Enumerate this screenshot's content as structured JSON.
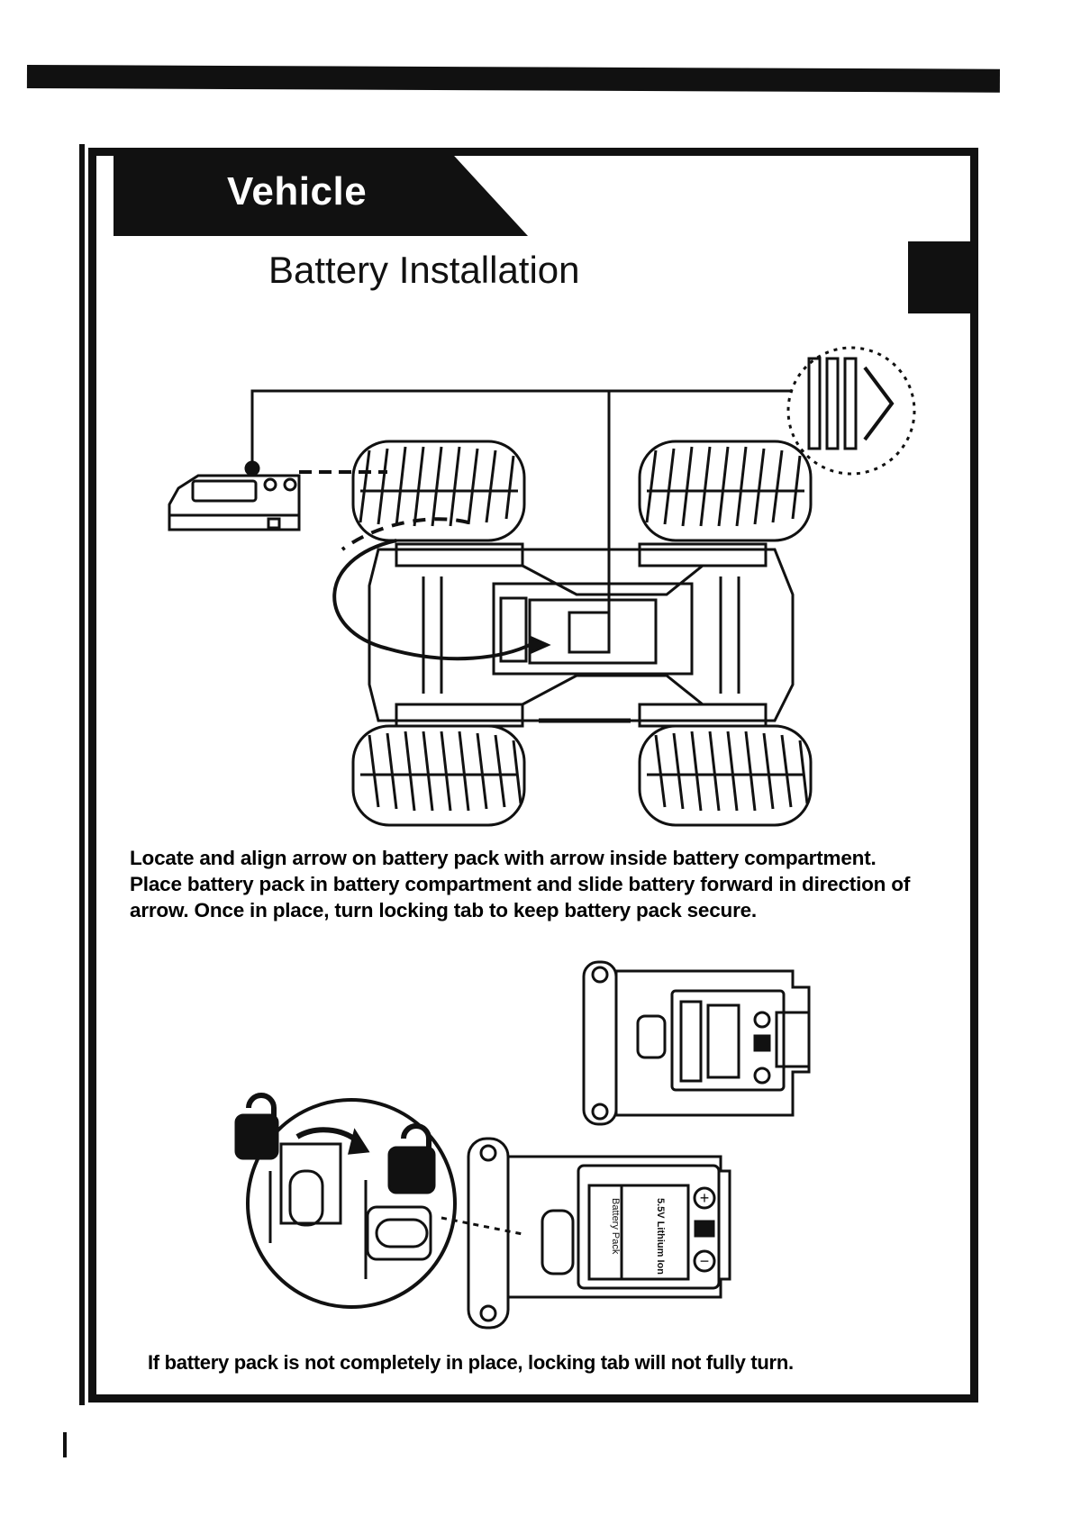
{
  "header": {
    "section_tab": "Vehicle",
    "page_title": "Battery Installation"
  },
  "instructions": {
    "lines": [
      "Locate and align arrow on battery pack with arrow inside battery compartment.",
      "Place battery pack in battery compartment and slide battery forward in direction of",
      "arrow.  Once in place, turn locking tab to keep battery pack secure."
    ]
  },
  "note": "If battery pack is not completely in place, locking tab will not fully turn.",
  "figures": {
    "battery_label_text": "Battery Pack",
    "battery_brand_text": "5.5V Lithium Ion",
    "plus_symbol": "+",
    "minus_symbol": "−"
  }
}
